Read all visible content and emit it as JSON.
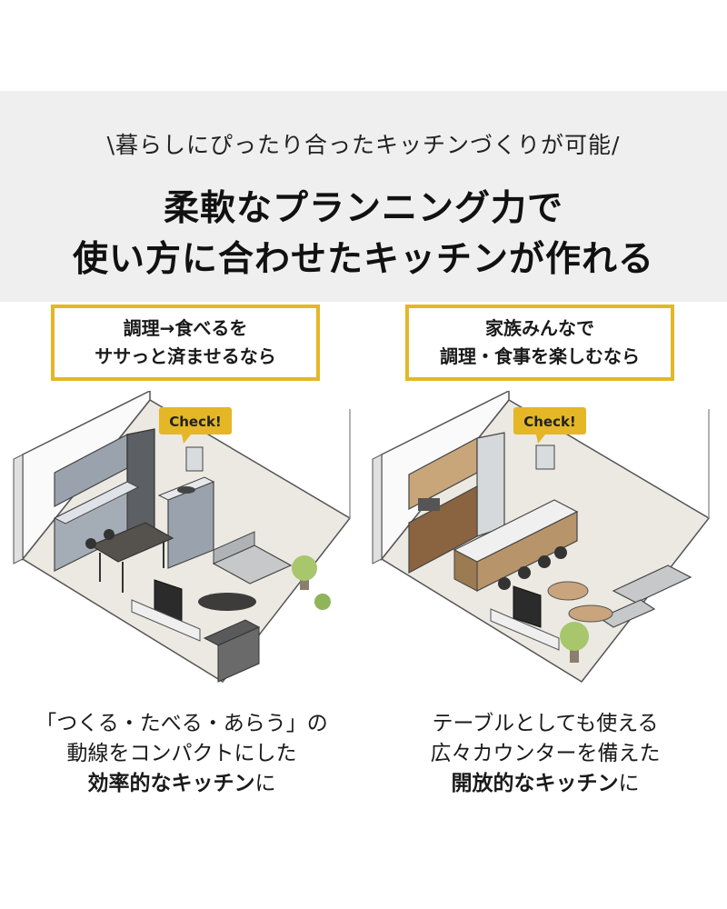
{
  "header": {
    "subtitle": "\\暮らしにぴったり合ったキッチンづくりが可能/",
    "title_line1": "柔軟なプランニング力で",
    "title_line2": "使い方に合わせたキッチンが作れる"
  },
  "left": {
    "label_line1": "調理→食べるを",
    "label_line2": "ササっと済ませるなら",
    "check_badge": "Check!",
    "caption_line1": "「つくる・たべる・あらう」の",
    "caption_line2": "動線をコンパクトにした",
    "caption_bold": "効率的なキッチン",
    "caption_tail": "に"
  },
  "right": {
    "label_line1": "家族みんなで",
    "label_line2": "調理・食事を楽しむなら",
    "check_badge": "Check!",
    "caption_line1": "テーブルとしても使える",
    "caption_line2": "広々カウンターを備えた",
    "caption_bold": "開放的なキッチン",
    "caption_tail": "に"
  },
  "colors": {
    "accent_yellow": "#e5b626",
    "header_gray": "#efefef",
    "cabinet_gray": "#8e98a4",
    "cabinet_wood": "#b8946a"
  }
}
